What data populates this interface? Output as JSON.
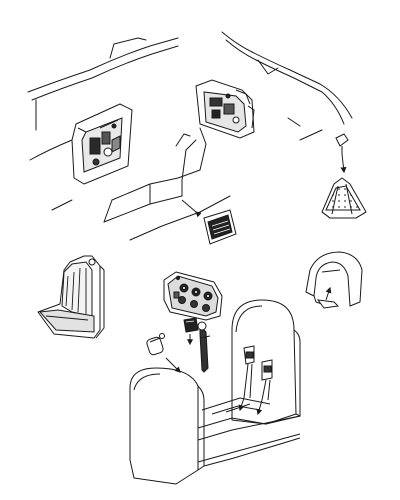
{
  "diagram": {
    "kind": "exploded-assembly-line-drawing",
    "parts": [
      "fuselage-interior-walls",
      "left-side-wall-panel",
      "right-side-wall-panel",
      "cockpit-floor-step",
      "rudder-pedal-frame",
      "armor-plate",
      "canopy-headrest-fairing",
      "pilot-seat",
      "instrument-panel",
      "gunsight",
      "oxygen-bottle",
      "control-stick",
      "seat-bulkhead-tub"
    ],
    "callout_count": 7
  },
  "style": {
    "line_color": "#1a1a1a",
    "fill_color": "#ffffff",
    "shade_color": "#9a9a9a"
  }
}
